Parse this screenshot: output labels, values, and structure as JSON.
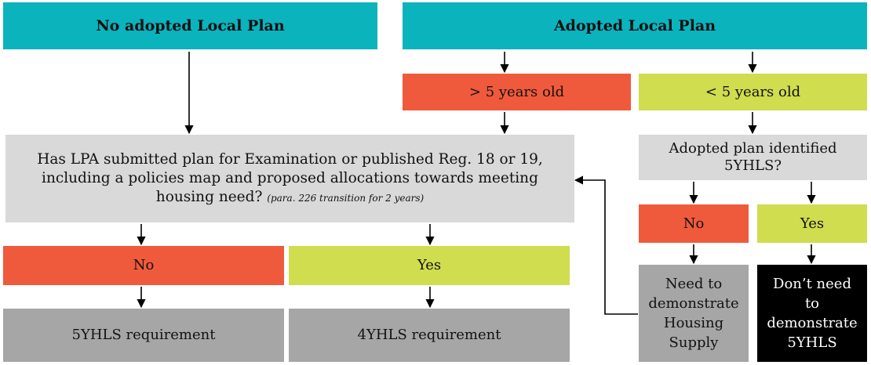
{
  "header_left": "No adopted Local Plan",
  "header_right": "Adopted Local Plan",
  "older": "> 5 years old",
  "newer": "< 5 years old",
  "question_main": {
    "line1": "Has LPA submitted plan for Examination or published Reg. 18 or 19,",
    "line2": "including a policies map and proposed allocations towards meeting",
    "line3": "housing need?",
    "note": "(para. 226 transition for 2 years)"
  },
  "question_right": {
    "line1": "Adopted plan identified",
    "line2": "5YHLS?"
  },
  "left_no": "No",
  "left_yes": "Yes",
  "right_no": "No",
  "right_yes": "Yes",
  "result_5yhls": "5YHLS requirement",
  "result_4yhls": "4YHLS requirement",
  "need_demo": [
    "Need to",
    "demonstrate",
    "Housing",
    "Supply"
  ],
  "dont_need": [
    "Don’t need",
    "to",
    "demonstrate",
    "5YHLS"
  ],
  "colors": {
    "teal": "#0bb3bd",
    "red": "#f05a3c",
    "lime": "#cfdd4f",
    "light_grey": "#d9d9d9",
    "mid_grey": "#a6a6a6",
    "black": "#000000"
  }
}
